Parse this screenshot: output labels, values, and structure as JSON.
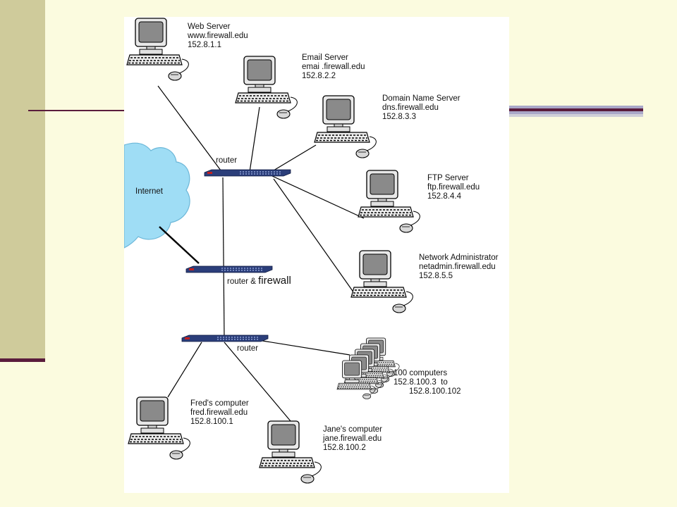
{
  "colors": {
    "background": "#FBFBDF",
    "sidebar": "#CFCB9B",
    "accent_rule": "#5A1C3C",
    "cloud": "#9FDDF5",
    "device": "#2B3E7A"
  },
  "diagram": {
    "internet_label": "Internet",
    "devices": {
      "web_server": {
        "name": "Web Server",
        "host": "www.firewall.edu",
        "ip": "152.8.1.1"
      },
      "email_server": {
        "name": "Email Server",
        "host": "emai .firewall.edu",
        "ip": "152.8.2.2"
      },
      "dns_server": {
        "name": "Domain Name Server",
        "host": "dns.firewall.edu",
        "ip": "152.8.3.3"
      },
      "ftp_server": {
        "name": "FTP Server",
        "host": "ftp.firewall.edu",
        "ip": "152.8.4.4"
      },
      "net_admin": {
        "name": "Network Administrator",
        "host": "netadmin.firewall.edu",
        "ip": "152.8.5.5"
      },
      "computers_100": {
        "name": "100 computers",
        "range_start": "152.8.100.3  to",
        "range_end": "152.8.100.102"
      },
      "fred": {
        "name": "Fred's computer",
        "host": "fred.firewall.edu",
        "ip": "152.8.100.1"
      },
      "jane": {
        "name": "Jane's computer",
        "host": "jane.firewall.edu",
        "ip": "152.8.100.2"
      }
    },
    "routers": {
      "top": "router",
      "firewall_prefix": "router &",
      "firewall_word": "firewall",
      "bottom": "router"
    }
  }
}
